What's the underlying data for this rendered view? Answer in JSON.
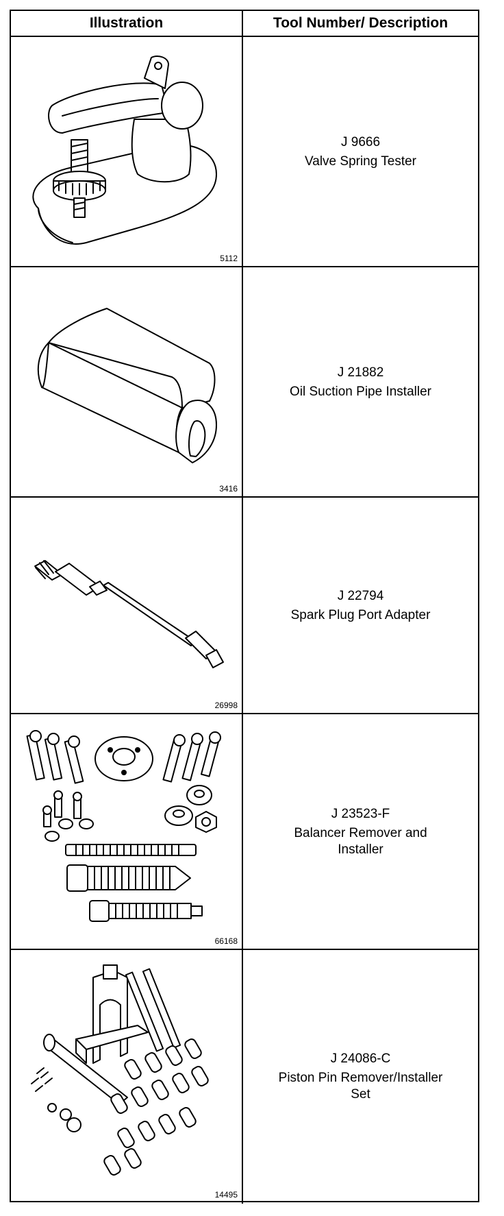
{
  "header": {
    "illustration": "Illustration",
    "description": "Tool Number/ Description"
  },
  "tools": [
    {
      "number": "J 9666",
      "description": "Valve Spring Tester",
      "figure": "5112",
      "icon": "valve-spring-tester-illustration"
    },
    {
      "number": "J 21882",
      "description": "Oil Suction Pipe Installer",
      "figure": "3416",
      "icon": "oil-suction-pipe-installer-illustration"
    },
    {
      "number": "J 22794",
      "description": "Spark Plug Port Adapter",
      "figure": "26998",
      "icon": "spark-plug-port-adapter-illustration"
    },
    {
      "number": "J 23523-F",
      "description": "Balancer Remover and Installer",
      "figure": "66168",
      "icon": "balancer-remover-installer-illustration"
    },
    {
      "number": "J 24086-C",
      "description": "Piston Pin Remover/Installer Set",
      "figure": "14495",
      "icon": "piston-pin-remover-installer-illustration"
    }
  ]
}
